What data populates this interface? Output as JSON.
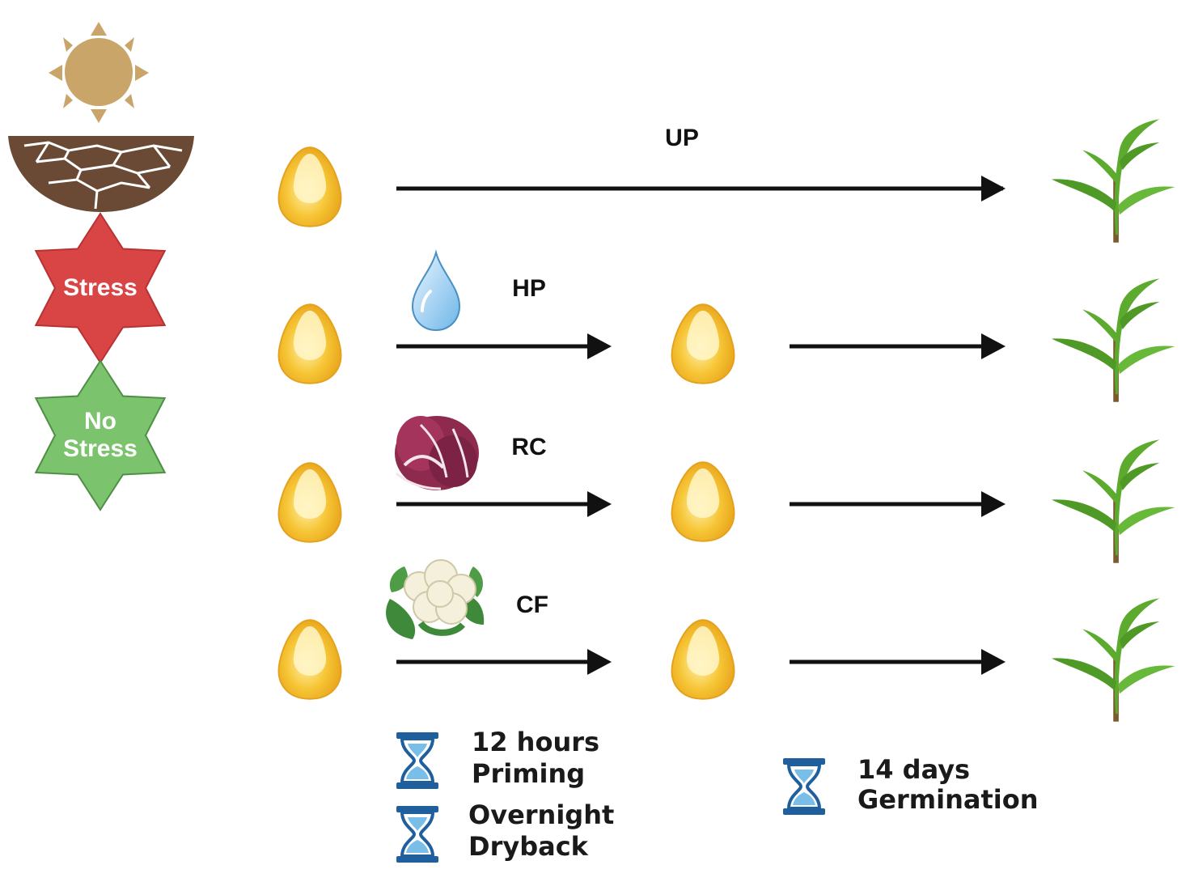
{
  "conditions": {
    "stress_label": "Stress",
    "no_stress_line1": "No",
    "no_stress_line2": "Stress",
    "stress_color": "#d94545",
    "no_stress_color": "#7cc36e"
  },
  "treatments": [
    {
      "label": "UP",
      "icon": "none"
    },
    {
      "label": "HP",
      "icon": "water-drop-icon"
    },
    {
      "label": "RC",
      "icon": "radicchio-icon"
    },
    {
      "label": "CF",
      "icon": "cauliflower-icon"
    }
  ],
  "legend": {
    "priming": {
      "line1": "12 hours",
      "line2": "Priming"
    },
    "dryback": {
      "line1": "Overnight",
      "line2": "Dryback"
    },
    "germination": {
      "line1": "14 days",
      "line2": "Germination"
    }
  },
  "colors": {
    "seed": "#f2b828",
    "plant": "#5caa2e",
    "soil": "#6b4a35",
    "sun": "#c9a56a",
    "arrow": "#111111",
    "hourglass": "#1f5f9e"
  }
}
